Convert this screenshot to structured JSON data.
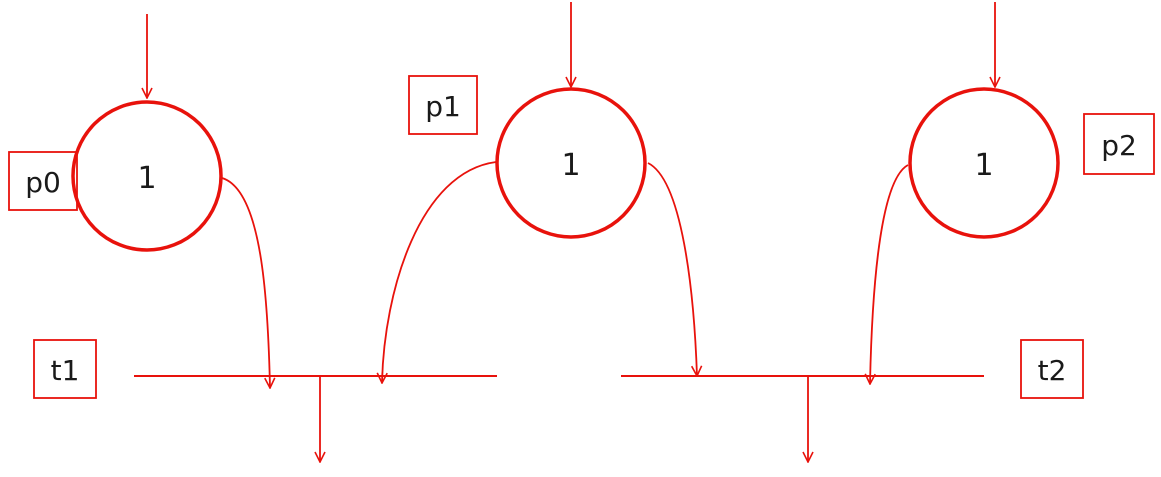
{
  "colors": {
    "stroke": "#e8120c",
    "text": "#1a1a1a",
    "background": "#ffffff"
  },
  "places": [
    {
      "name": "p0",
      "tokens": "1"
    },
    {
      "name": "p1",
      "tokens": "1"
    },
    {
      "name": "p2",
      "tokens": "1"
    }
  ],
  "transitions": [
    {
      "name": "t1"
    },
    {
      "name": "t2"
    }
  ]
}
